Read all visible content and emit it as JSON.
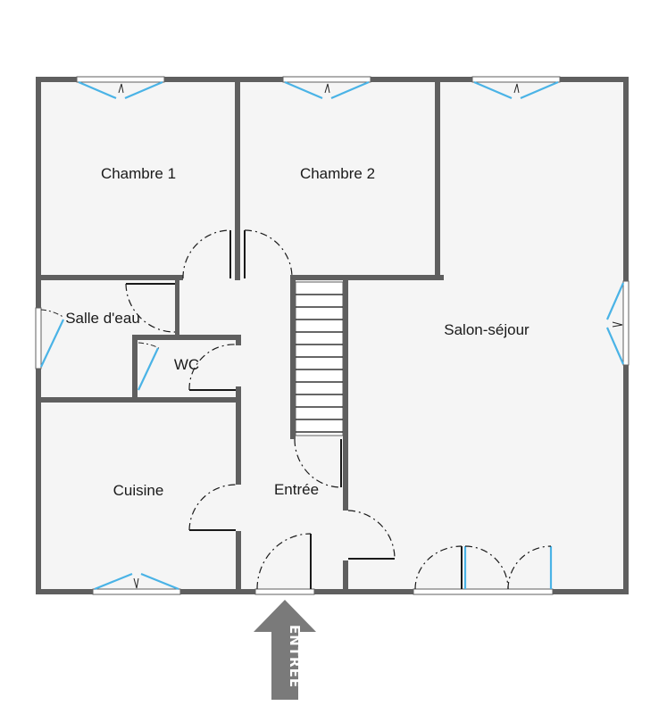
{
  "plan": {
    "colors": {
      "wall": "#5f5f5f",
      "floor": "#f5f5f5",
      "window": "#4ab3e6",
      "door": "#1a1a1a",
      "arrow": "#7a7a7a"
    },
    "rooms": [
      {
        "id": "chambre1",
        "label": "Chambre 1"
      },
      {
        "id": "chambre2",
        "label": "Chambre 2"
      },
      {
        "id": "salon",
        "label": "Salon-séjour"
      },
      {
        "id": "salle-eau",
        "label": "Salle d'eau"
      },
      {
        "id": "wc",
        "label": "WC"
      },
      {
        "id": "cuisine",
        "label": "Cuisine"
      },
      {
        "id": "entree",
        "label": "Entrée"
      }
    ],
    "entrance_arrow": {
      "label": "ENTRÉE"
    },
    "staircase": {
      "steps": 12
    }
  }
}
